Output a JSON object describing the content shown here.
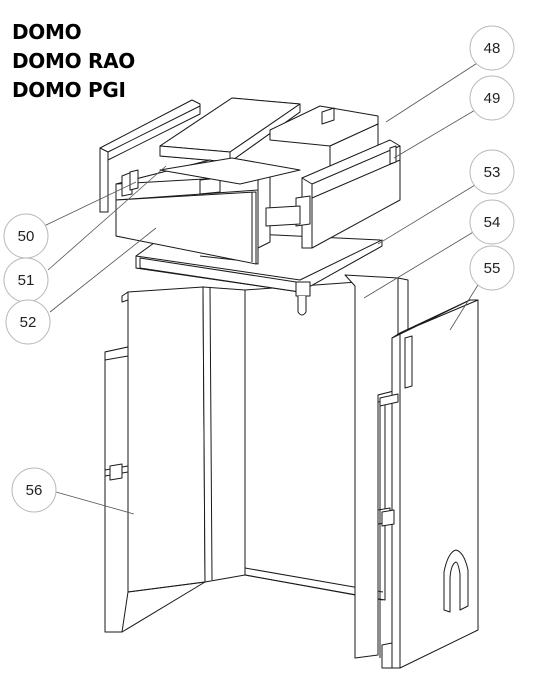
{
  "titles": [
    "DOMO",
    "DOMO RAO",
    "DOMO PGI"
  ],
  "callouts": [
    {
      "number": "48"
    },
    {
      "number": "49"
    },
    {
      "number": "53"
    },
    {
      "number": "54"
    },
    {
      "number": "55"
    },
    {
      "number": "50"
    },
    {
      "number": "51"
    },
    {
      "number": "52"
    },
    {
      "number": "56"
    }
  ]
}
